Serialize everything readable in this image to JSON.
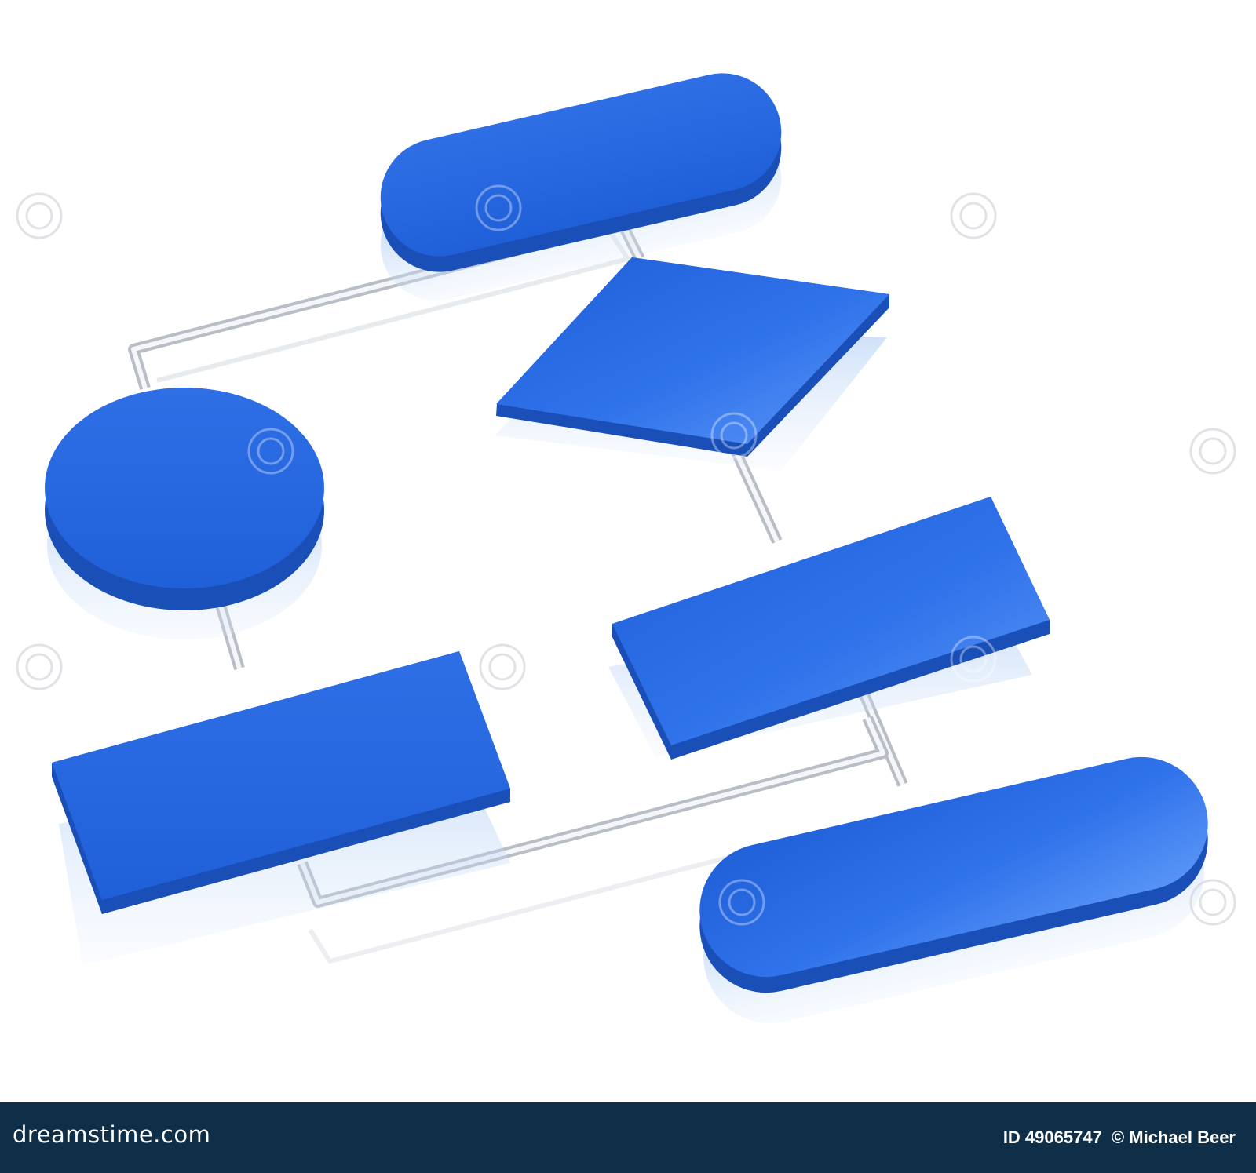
{
  "diagram": {
    "shape_color": "#2266dd",
    "shape_highlight": "#5c9bff",
    "shape_edge": "#1848b0",
    "connector_color": "#c8ccd2",
    "connector_inner": "#f2f4f7",
    "shapes": [
      {
        "id": "top-terminator",
        "kind": "terminator"
      },
      {
        "id": "decision",
        "kind": "decision"
      },
      {
        "id": "circle",
        "kind": "connector-circle"
      },
      {
        "id": "right-process",
        "kind": "process"
      },
      {
        "id": "left-process",
        "kind": "process"
      },
      {
        "id": "bottom-terminator",
        "kind": "terminator"
      }
    ]
  },
  "watermark": {
    "text": "dreamstime"
  },
  "footer": {
    "background": "#0f2f48",
    "logo": "dreamstime.com",
    "id_text": "ID 49065747",
    "copyright": "© Michael Beer"
  }
}
